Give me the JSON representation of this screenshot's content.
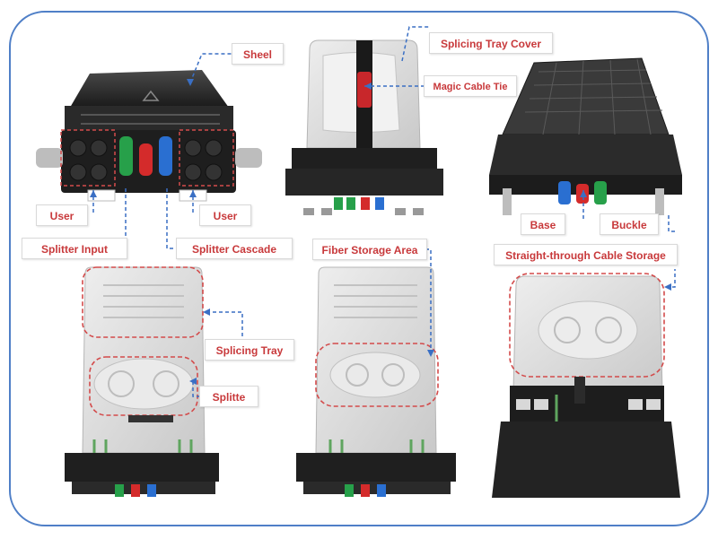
{
  "labels": {
    "sheel": "Sheel",
    "splicing_tray_cover": "Splicing Tray Cover",
    "magic_cable_tie": "Magic Cable Tie",
    "user_left": "User",
    "user_right": "User",
    "splitter_input": "Splitter Input",
    "splitter_cascade": "Splitter Cascade",
    "fiber_storage_area": "Fiber Storage Area",
    "base": "Base",
    "buckle": "Buckle",
    "straight_through_cable_storage": "Straight-through Cable Storage",
    "splicing_tray": "Splicing Tray",
    "splitte": "Splitte"
  },
  "colors": {
    "frame": "#4f7fc7",
    "label_text": "#c8393b",
    "leader_line": "#3a6fc4",
    "highlight_box": "#d34b4b",
    "adapter_green": "#27a04a",
    "adapter_red": "#d42b2b",
    "adapter_blue": "#2a6fd1",
    "housing_black": "#1c1c1c",
    "tray_grey": "#dcdcdc"
  }
}
